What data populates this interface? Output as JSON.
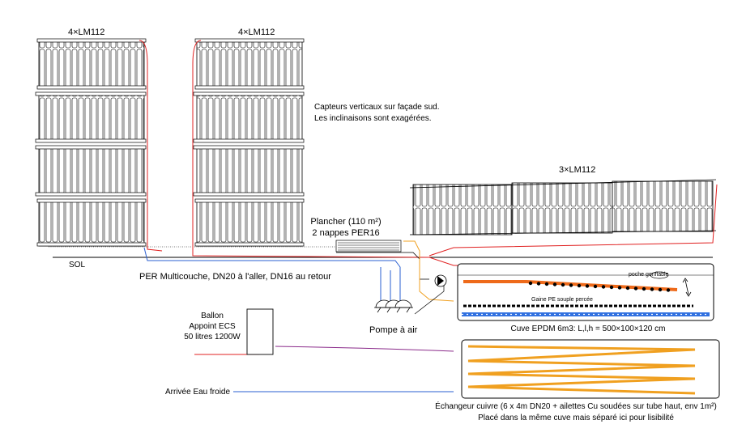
{
  "panels": {
    "group_left": {
      "label": "4×LM112",
      "count": 4
    },
    "group_middle": {
      "label": "4×LM112",
      "count": 4
    },
    "group_right": {
      "label": "3×LM112",
      "count": 3
    }
  },
  "notes": {
    "vertical_line1": "Capteurs verticaux sur façade sud.",
    "vertical_line2": "Les inclinaisons sont exagérées."
  },
  "floor": {
    "line1": "Plancher (110 m²)",
    "line2": "2 nappes PER16"
  },
  "ground_label": "SOL",
  "pipe_label": "PER Multicouche, DN20 à l'aller, DN16 au retour",
  "tank": {
    "pocket_label": "poche gonflable",
    "sheath_label": "Gaine PE souple percée",
    "caption": "Cuve EPDM 6m3: L,l,h = 500×100×120 cm"
  },
  "pump_label": "Pompe à air",
  "boiler": {
    "line1": "Ballon",
    "line2": "Appoint ECS",
    "line3": "50 litres 1200W"
  },
  "cold_water_label": "Arrivée Eau froide",
  "exchanger": {
    "line1": "Échangeur cuivre (6 x 4m DN20 + ailettes Cu soudées sur tube haut, env 1m²)",
    "line2": "Placé dans la même cuve mais séparé ici pour lisibilité"
  },
  "colors": {
    "hot_pipe": "#e02020",
    "return_pipe": "#2a5fd0",
    "exchanger_pipe": "#f0a020",
    "heater_tube": "#ee6a1a",
    "grid_tube": "#3070e0",
    "purple_line": "#8a2a8a"
  }
}
